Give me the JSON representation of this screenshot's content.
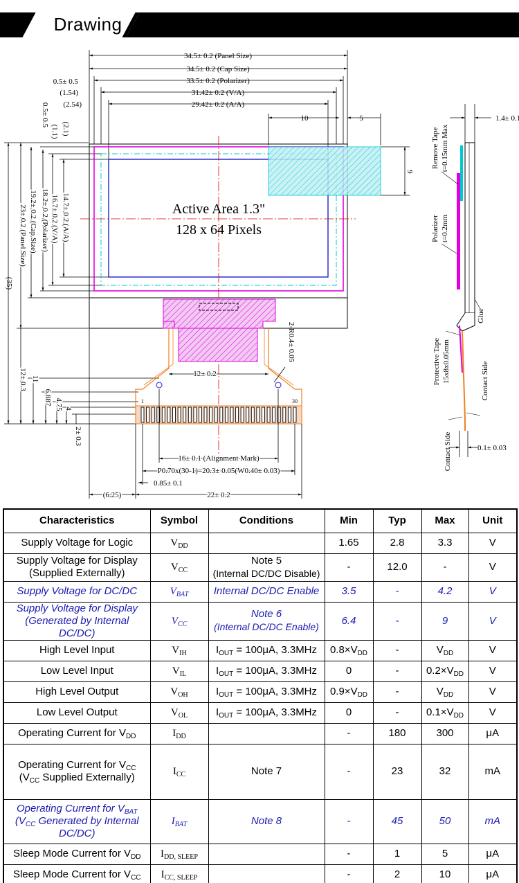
{
  "header": {
    "title": "Drawing"
  },
  "drawing": {
    "active_area_title": "Active Area 1.3\"",
    "active_area_pixels": "128 x 64 Pixels",
    "dims": {
      "panel_size_w": "34.5± 0.2 (Panel Size)",
      "cap_size_w": "34.5± 0.2 (Cap Size)",
      "polarizer_w": "33.5± 0.2 (Polarizer)",
      "va_w": "31.42± 0.2 (V/A)",
      "aa_w": "29.42± 0.2 (A/A)",
      "left_0_5": "0.5± 0.5",
      "left_1_54": "(1.54)",
      "left_2_54": "(2.54)",
      "dim_10": "10",
      "dim_5": "5",
      "dim_9": "9",
      "dim_1_4": "1.4± 0.1",
      "v_0_5": "0.5± 0.5",
      "v_2_1": "(2.1)",
      "v_1_1": "(1.1)",
      "v_aa_h": "14.7± 0.2 (A/A)",
      "v_va_h": "16.7± 0.2 (V/A)",
      "v_pol_h": "18.2± 0.2 (Polarizer)",
      "v_cap_h": "19.2± 0.2 (Cap Size)",
      "v_panel_h": "23± 0.2 (Panel Size)",
      "v_35": "(35)",
      "v_12": "12± 0.3",
      "v_11": "11",
      "v_6887": "6.887",
      "v_475": "4.75",
      "v_4": "4",
      "v_2": "2± 0.3",
      "radius": "2-R0.4± 0.05",
      "fpc_12": "12± 0.2",
      "align_mark": "16± 0.1 (Alignment Mark)",
      "pitch": "P0.70x(30-1)=20.3± 0.05(W0.40± 0.03)",
      "pin_w": "0.85± 0.1",
      "d_625": "(6.25)",
      "d_22": "22± 0.2",
      "pin_1": "1",
      "pin_30": "30",
      "side_01": "0.1± 0.03"
    },
    "side_labels": {
      "remove_tape": "Remove Tape",
      "remove_tape_t": "t=0.15mm Max",
      "polarizer": "Polarizer",
      "polarizer_t": "t=0.2mm",
      "glue": "Glue",
      "protective_tape": "Protective Tape",
      "protective_tape_size": "15x8x0.05mm",
      "contact_side_1": "Contact Side",
      "contact_side_2": "Contact Side"
    },
    "colors": {
      "magenta": "#e000e0",
      "cyan": "#00c8d0",
      "blue": "#2020d0",
      "red": "#e00000",
      "orange": "#f08020"
    }
  },
  "table": {
    "headers": [
      "Characteristics",
      "Symbol",
      "Conditions",
      "Min",
      "Typ",
      "Max",
      "Unit"
    ],
    "rows": [
      {
        "c1": "Supply Voltage for Logic",
        "sym": "V",
        "sub": "DD",
        "cond": "",
        "min": "1.65",
        "typ": "2.8",
        "max": "3.3",
        "unit": "V"
      },
      {
        "c1": "Supply Voltage for Display",
        "c2": "(Supplied Externally)",
        "sym": "V",
        "sub": "CC",
        "cond": "Note 5",
        "cond2": "(Internal DC/DC Disable)",
        "min": "-",
        "typ": "12.0",
        "max": "-",
        "unit": "V"
      },
      {
        "c1": "Supply Voltage for DC/DC",
        "sym": "V",
        "sub": "BAT",
        "cond": "Internal DC/DC Enable",
        "min": "3.5",
        "typ": "-",
        "max": "4.2",
        "unit": "V"
      },
      {
        "c1": "Supply Voltage for Display",
        "c2": "(Generated by Internal DC/DC)",
        "sym": "V",
        "sub": "CC",
        "cond": "Note 6",
        "cond2": "(Internal DC/DC Enable)",
        "min": "6.4",
        "typ": "-",
        "max": "9",
        "unit": "V"
      },
      {
        "c1": "High Level Input",
        "sym": "V",
        "sub": "IH",
        "cond_a": "I",
        "cond_sub": "OUT",
        "cond_b": " = 100μA, 3.3MHz",
        "min_a": "0.8×V",
        "min_sub": "DD",
        "typ": "-",
        "max_a": "V",
        "max_sub": "DD",
        "unit": "V"
      },
      {
        "c1": "Low Level Input",
        "sym": "V",
        "sub": "IL",
        "cond_a": "I",
        "cond_sub": "OUT",
        "cond_b": " = 100μA, 3.3MHz",
        "min": "0",
        "typ": "-",
        "max_a": "0.2×V",
        "max_sub": "DD",
        "unit": "V"
      },
      {
        "c1": "High Level Output",
        "sym": "V",
        "sub": "OH",
        "cond_a": "I",
        "cond_sub": "OUT",
        "cond_b": " = 100μA, 3.3MHz",
        "min_a": "0.9×V",
        "min_sub": "DD",
        "typ": "-",
        "max_a": "V",
        "max_sub": "DD",
        "unit": "V"
      },
      {
        "c1": "Low Level Output",
        "sym": "V",
        "sub": "OL",
        "cond_a": "I",
        "cond_sub": "OUT",
        "cond_b": " = 100μA, 3.3MHz",
        "min": "0",
        "typ": "-",
        "max_a": "0.1×V",
        "max_sub": "DD",
        "unit": "V"
      },
      {
        "c1": "Operating Current for V",
        "c1_sub": "DD",
        "sym": "I",
        "sub": "DD",
        "cond": "",
        "min": "-",
        "typ": "180",
        "max": "300",
        "unit": "μA"
      },
      {
        "c1": "Operating Current for V",
        "c1_sub": "CC",
        "c2": "(V",
        "c2_sub": "CC",
        "c2_tail": " Supplied Externally)",
        "sym": "I",
        "sub": "CC",
        "cond": "Note 7",
        "min": "-",
        "typ": "23",
        "max": "32",
        "unit": "mA"
      },
      {
        "c1": "Operating Current for V",
        "c1_sub": "BAT",
        "c2": "(V",
        "c2_sub": "CC",
        "c2_tail": " Generated by Internal DC/DC)",
        "sym": "I",
        "sub": "BAT",
        "cond": "Note 8",
        "min": "-",
        "typ": "45",
        "max": "50",
        "unit": "mA"
      },
      {
        "c1": "Sleep Mode Current for V",
        "c1_sub": "DD",
        "sym": "I",
        "sub": "DD, SLEEP",
        "cond": "",
        "min": "-",
        "typ": "1",
        "max": "5",
        "unit": "μA"
      },
      {
        "c1": "Sleep Mode Current for V",
        "c1_sub": "CC",
        "sym": "I",
        "sub": "CC, SLEEP",
        "cond": "",
        "min": "-",
        "typ": "2",
        "max": "10",
        "unit": "μA"
      }
    ]
  }
}
